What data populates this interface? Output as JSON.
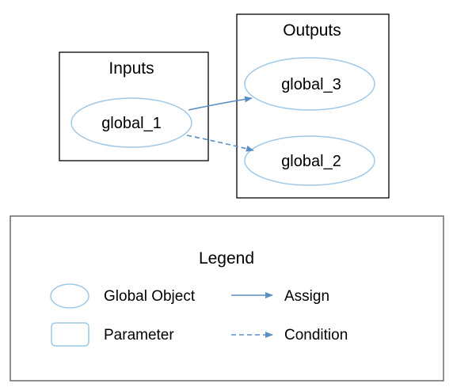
{
  "colors": {
    "node_stroke": "#9ec9e6",
    "edge": "#5b8fc4",
    "frame": "#000000",
    "legend_frame": "#555555"
  },
  "clusters": {
    "inputs": "Inputs",
    "outputs": "Outputs"
  },
  "nodes": {
    "global_1": "global_1",
    "global_2": "global_2",
    "global_3": "global_3"
  },
  "edges": [
    {
      "from": "global_1",
      "to": "global_3",
      "type": "Assign"
    },
    {
      "from": "global_1",
      "to": "global_2",
      "type": "Condition"
    }
  ],
  "legend": {
    "title": "Legend",
    "global_object": "Global Object",
    "parameter": "Parameter",
    "assign": "Assign",
    "condition": "Condition"
  }
}
